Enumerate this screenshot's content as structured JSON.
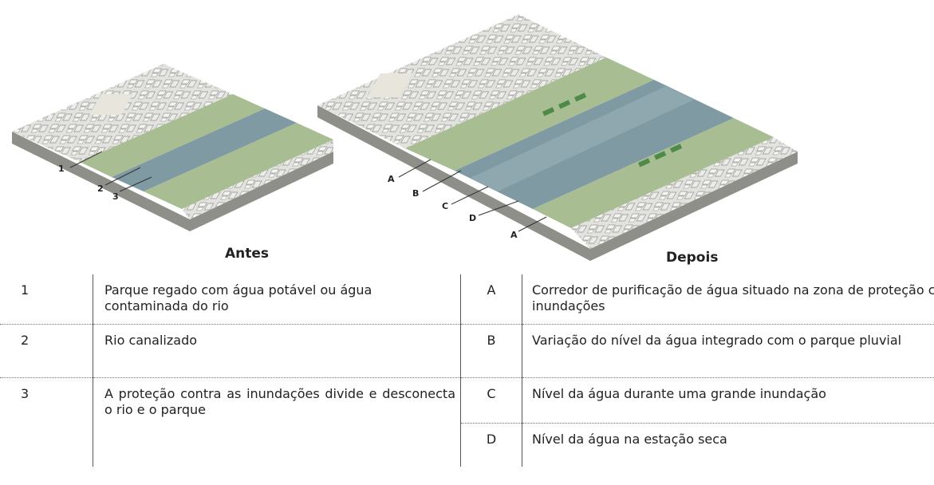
{
  "captions": {
    "before": "Antes",
    "after": "Depois"
  },
  "callouts": {
    "before": [
      "1",
      "2",
      "3"
    ],
    "after": [
      "A",
      "B",
      "C",
      "D",
      "A"
    ]
  },
  "legend": {
    "numbered": [
      {
        "num": "1",
        "text": "Parque regado com água potável ou água contaminada do rio"
      },
      {
        "num": "2",
        "text": "Rio canalizado"
      },
      {
        "num": "3",
        "text": "A proteção contra as inundações divide e desconecta o rio e o parque"
      }
    ],
    "lettered": [
      {
        "letter": "A",
        "text": "Corredor de purificação de água situado na zona de proteção contra inundações"
      },
      {
        "letter": "B",
        "text": "Variação do nível da água integrado com o parque pluvial"
      },
      {
        "letter": "C",
        "text": "Nível da água durante uma grande inundação"
      },
      {
        "letter": "D",
        "text": "Nível da água na estação seca"
      }
    ]
  },
  "colors": {
    "park": "#a9bd93",
    "river": "#7f9aa3",
    "city": "#d9d9d4",
    "ground_edge": "#8c8c86"
  }
}
